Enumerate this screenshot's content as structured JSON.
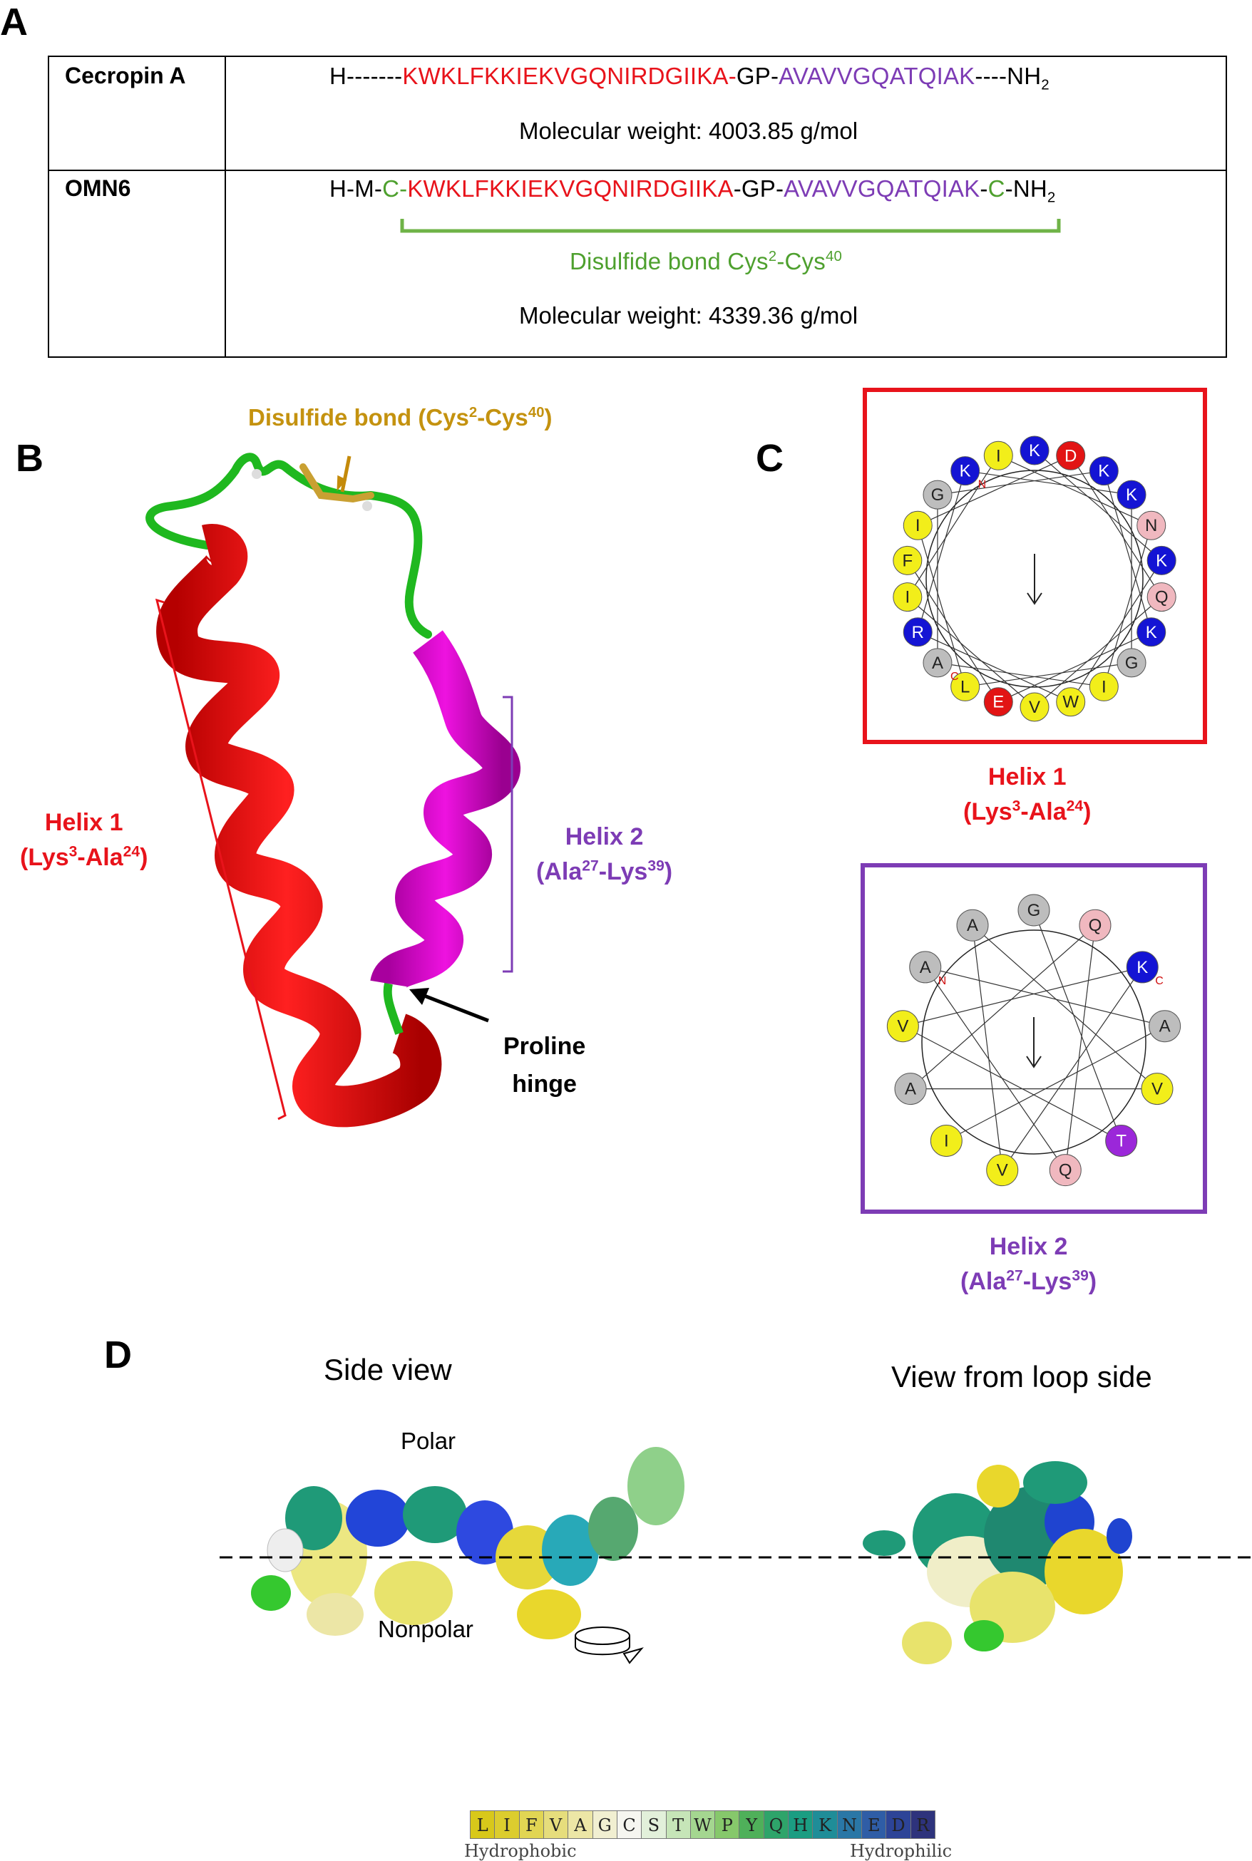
{
  "panels": {
    "a": "A",
    "b": "B",
    "c": "C",
    "d": "D"
  },
  "table": {
    "row1": {
      "name": "Cecropin A",
      "seq_start": "H-------",
      "seq_red": "KWKLFKKIEKVGQNIRDGIIKA-",
      "seq_gp": "GP-",
      "seq_purple": "AVAVVGQATQIAK",
      "seq_end": "----NH",
      "seq_end_sub": "2",
      "mw": "Molecular weight: 4003.85 g/mol"
    },
    "row2": {
      "name": "OMN6",
      "seq_start": "H-M-",
      "seq_c1": "C-",
      "seq_red": "KWKLFKKIEKVGQNIRDGIIKA",
      "seq_gp": "-GP-",
      "seq_purple": "AVAVVGQATQIAK",
      "seq_dash": "-",
      "seq_c2": "C",
      "seq_end": "-NH",
      "seq_end_sub": "2",
      "disulfide_pre": "Disulfide bond Cys",
      "disulfide_sup1": "2",
      "disulfide_mid": "-Cys",
      "disulfide_sup2": "40",
      "mw": "Molecular weight: 4339.36 g/mol"
    }
  },
  "panel_b": {
    "disulfide_pre": "Disulfide bond (Cys",
    "disulfide_sup1": "2",
    "disulfide_mid": "-Cys",
    "disulfide_sup2": "40",
    "disulfide_end": ")",
    "helix1_title": "Helix 1",
    "helix1_range_pre": "(Lys",
    "helix1_sup1": "3",
    "helix1_mid": "-Ala",
    "helix1_sup2": "24",
    "helix1_end": ")",
    "helix2_title": "Helix 2",
    "helix2_range_pre": "(Ala",
    "helix2_sup1": "27",
    "helix2_mid": "-Lys",
    "helix2_sup2": "39",
    "helix2_end": ")",
    "hinge_line1": "Proline",
    "hinge_line2": "hinge"
  },
  "panel_c": {
    "helix1": {
      "title": "Helix 1",
      "range_pre": "(Lys",
      "sup1": "3",
      "mid": "-Ala",
      "sup2": "24",
      "end": ")",
      "residues": [
        {
          "aa": "K",
          "color": "#1414d4"
        },
        {
          "aa": "D",
          "color": "#e21414"
        },
        {
          "aa": "K",
          "color": "#1414d4"
        },
        {
          "aa": "K",
          "color": "#1414d4"
        },
        {
          "aa": "N",
          "color": "#f0b8bf"
        },
        {
          "aa": "K",
          "color": "#1414d4"
        },
        {
          "aa": "Q",
          "color": "#f0b8bf"
        },
        {
          "aa": "K",
          "color": "#1414d4"
        },
        {
          "aa": "G",
          "color": "#bdbdbd"
        },
        {
          "aa": "I",
          "color": "#f2ee1a"
        },
        {
          "aa": "W",
          "color": "#f2ee1a"
        },
        {
          "aa": "V",
          "color": "#f2ee1a"
        },
        {
          "aa": "E",
          "color": "#e21414"
        },
        {
          "aa": "L",
          "color": "#f2ee1a"
        },
        {
          "aa": "A",
          "color": "#bdbdbd"
        },
        {
          "aa": "R",
          "color": "#1414d4"
        },
        {
          "aa": "I",
          "color": "#f2ee1a"
        },
        {
          "aa": "F",
          "color": "#f2ee1a"
        },
        {
          "aa": "I",
          "color": "#f2ee1a"
        },
        {
          "aa": "G",
          "color": "#bdbdbd"
        },
        {
          "aa": "K",
          "color": "#1414d4"
        },
        {
          "aa": "I",
          "color": "#f2ee1a"
        }
      ],
      "n_label": "N",
      "c_label": "C"
    },
    "helix2": {
      "title": "Helix 2",
      "range_pre": "(Ala",
      "sup1": "27",
      "mid": "-Lys",
      "sup2": "39",
      "end": ")",
      "residues": [
        {
          "aa": "G",
          "color": "#bdbdbd"
        },
        {
          "aa": "Q",
          "color": "#f0b8bf"
        },
        {
          "aa": "K",
          "color": "#1414d4"
        },
        {
          "aa": "A",
          "color": "#bdbdbd"
        },
        {
          "aa": "V",
          "color": "#f2ee1a"
        },
        {
          "aa": "T",
          "color": "#9b27d9"
        },
        {
          "aa": "Q",
          "color": "#f0b8bf"
        },
        {
          "aa": "V",
          "color": "#f2ee1a"
        },
        {
          "aa": "I",
          "color": "#f2ee1a"
        },
        {
          "aa": "A",
          "color": "#bdbdbd"
        },
        {
          "aa": "V",
          "color": "#f2ee1a"
        },
        {
          "aa": "A",
          "color": "#bdbdbd"
        },
        {
          "aa": "A",
          "color": "#bdbdbd"
        }
      ],
      "n_label": "N",
      "c_label": "C"
    }
  },
  "panel_d": {
    "side_view": "Side view",
    "loop_view": "View from loop side",
    "polar": "Polar",
    "nonpolar": "Nonpolar",
    "scale": [
      {
        "aa": "L",
        "color": "#d8c81a"
      },
      {
        "aa": "I",
        "color": "#dccd2e"
      },
      {
        "aa": "F",
        "color": "#e1d553"
      },
      {
        "aa": "V",
        "color": "#e6dd7c"
      },
      {
        "aa": "A",
        "color": "#ece6a6"
      },
      {
        "aa": "G",
        "color": "#f1efd1"
      },
      {
        "aa": "C",
        "color": "#f6f6f0"
      },
      {
        "aa": "S",
        "color": "#e2f0da"
      },
      {
        "aa": "T",
        "color": "#c6e5b8"
      },
      {
        "aa": "W",
        "color": "#a4d690"
      },
      {
        "aa": "P",
        "color": "#86c86b"
      },
      {
        "aa": "Y",
        "color": "#4fb05a"
      },
      {
        "aa": "Q",
        "color": "#2ea46a"
      },
      {
        "aa": "H",
        "color": "#1b9d82"
      },
      {
        "aa": "K",
        "color": "#1f8d98"
      },
      {
        "aa": "N",
        "color": "#2a77a6"
      },
      {
        "aa": "E",
        "color": "#2f5da6"
      },
      {
        "aa": "D",
        "color": "#2d4497"
      },
      {
        "aa": "R",
        "color": "#2e337c"
      }
    ],
    "hydrophobic": "Hydrophobic",
    "hydrophilic": "Hydrophilic"
  }
}
